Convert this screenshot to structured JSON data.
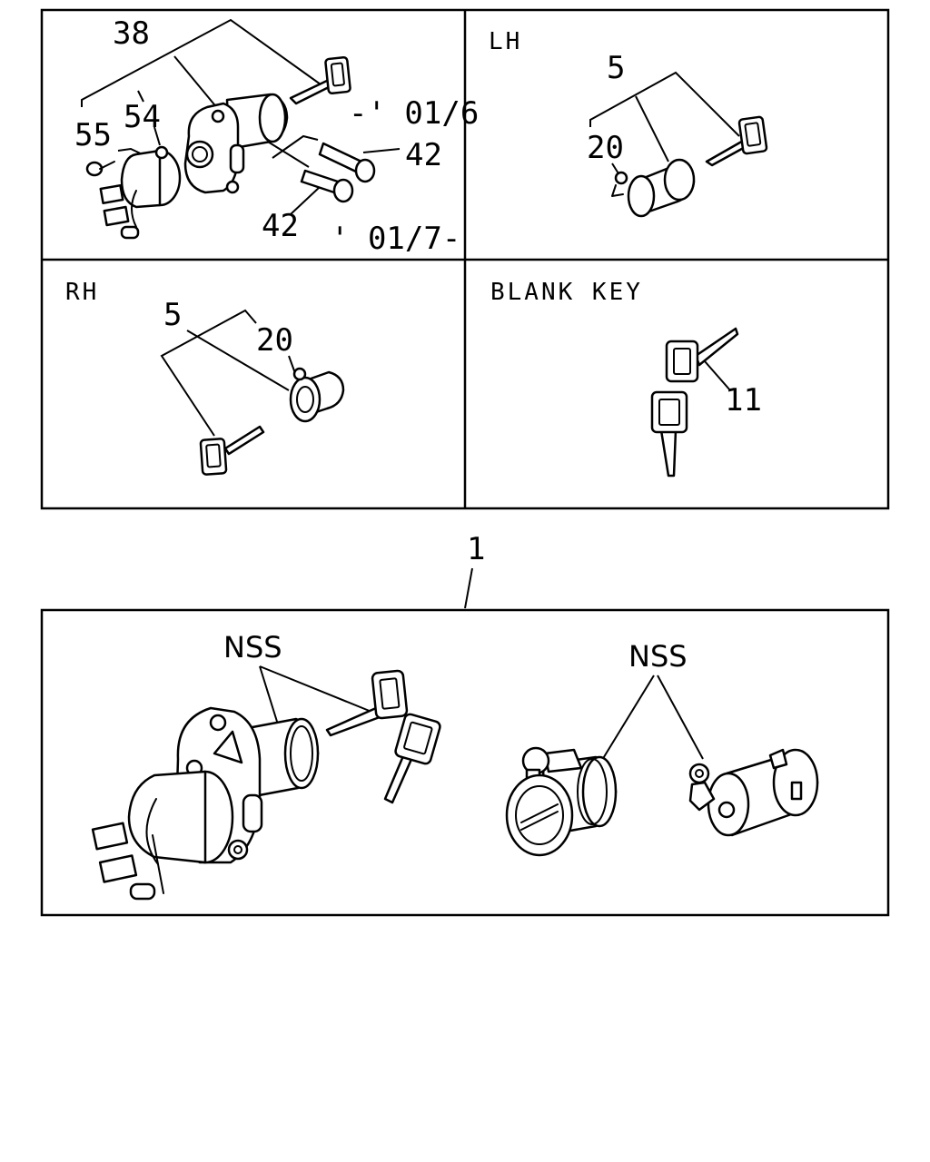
{
  "panels": {
    "ignition": {
      "callouts": [
        "38",
        "54",
        "55",
        "42",
        "42"
      ],
      "notes": [
        "-' 01/6",
        "' 01/7-"
      ]
    },
    "lh": {
      "header": "LH",
      "callouts": [
        "5",
        "20"
      ]
    },
    "rh": {
      "header": "RH",
      "callouts": [
        "5",
        "20"
      ]
    },
    "blank_key": {
      "header": "BLANK KEY",
      "callouts": [
        "11"
      ]
    },
    "assembly": {
      "callout": "1",
      "labels": [
        "NSS",
        "NSS"
      ]
    }
  }
}
